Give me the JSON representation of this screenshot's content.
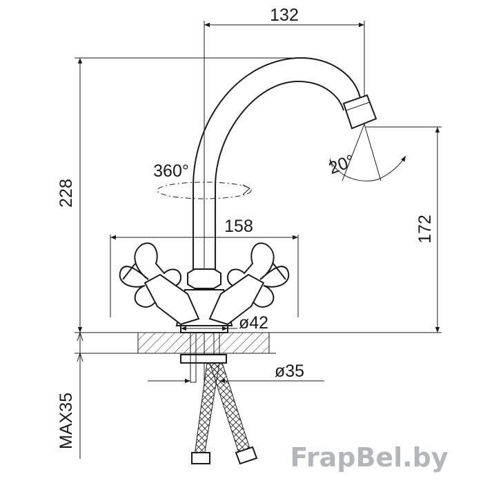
{
  "diagram": {
    "dimensions": {
      "spout_reach": "132",
      "total_height": "228",
      "outlet_height": "172",
      "handle_span": "158",
      "rotation": "360°",
      "aerator_swivel": "20°",
      "base_diameter": "ø42",
      "mount_diameter": "ø35",
      "max_countertop": "MAX35"
    },
    "watermark": "FrapBel.by",
    "colors": {
      "line": "#1a1a1a",
      "watermark": "#b3b7bc"
    }
  }
}
